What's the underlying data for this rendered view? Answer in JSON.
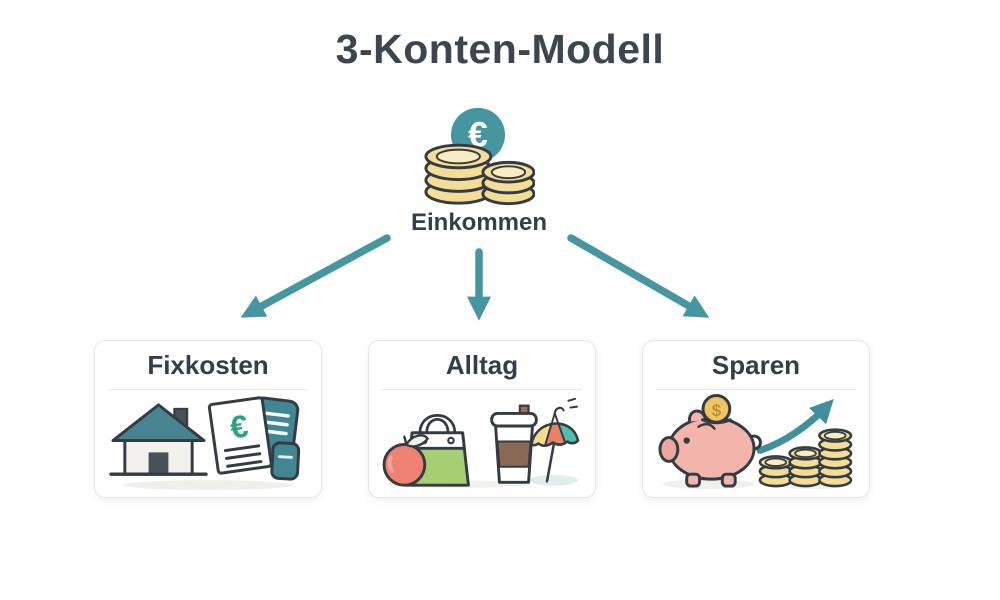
{
  "page": {
    "title": "3-Konten-Modell",
    "background": "#ffffff"
  },
  "income": {
    "label": "Einkommen",
    "currency_symbol": "€",
    "icon": "euro-coins-icon"
  },
  "flow": {
    "arrows": [
      {
        "from": "Einkommen",
        "to": "Fixkosten",
        "direction": "down-left"
      },
      {
        "from": "Einkommen",
        "to": "Alltag",
        "direction": "down"
      },
      {
        "from": "Einkommen",
        "to": "Sparen",
        "direction": "down-right"
      }
    ]
  },
  "accounts": [
    {
      "id": "fixkosten",
      "label": "Fixkosten",
      "invoice_symbol": "€",
      "icons": [
        "house-icon",
        "euro-invoice-icon",
        "teal-document-icon",
        "teal-cup-icon"
      ]
    },
    {
      "id": "alltag",
      "label": "Alltag",
      "icons": [
        "shopping-bag-icon",
        "apple-icon",
        "coffee-cup-icon",
        "beach-umbrella-icon"
      ]
    },
    {
      "id": "sparen",
      "label": "Sparen",
      "coin_symbol": "$",
      "icons": [
        "piggy-bank-icon",
        "coin-stacks-icon",
        "growth-arrow-icon"
      ]
    }
  ],
  "colors": {
    "accent_teal": "#4596a1",
    "dark_teal": "#3e8793",
    "roof_teal": "#47848f",
    "text_dark": "#3c4650",
    "outline_dark": "#343b42",
    "coin_gold": "#f4dd97",
    "coin_gold_light": "#f8ecc0",
    "bag_green": "#a6cf72",
    "euro_green": "#2aa37e",
    "apple_red": "#ee8172",
    "coffee_brown": "#8a6a55",
    "umbrella_yellow": "#f3dd8d",
    "umbrella_coral": "#ec7f68",
    "umbrella_teal": "#4fc0ae",
    "pig_pink": "#f2b4ab",
    "dollar_coin_gold": "#f0c561",
    "card_border": "#e4e4e9"
  }
}
